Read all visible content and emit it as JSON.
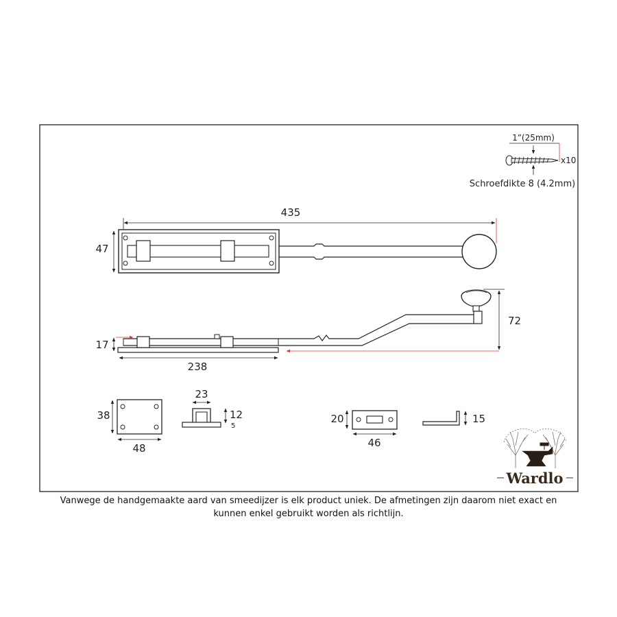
{
  "screw": {
    "length_label": "1”(25mm)",
    "quantity_label": "x10",
    "thickness_label": "Schroefdikte 8 (4.2mm)"
  },
  "dimensions": {
    "total_length": "435",
    "plate_height": "47",
    "handle_height": "72",
    "side_height": "17",
    "plate_length": "238",
    "keep_height": "38",
    "keep_width": "48",
    "staple_width": "23",
    "staple_height": "12",
    "staple_base": "5",
    "receiver_height": "20",
    "receiver_width": "46",
    "angle_height": "15"
  },
  "logo": {
    "brand": "Wardlo",
    "icon": "anvil-tree-icon"
  },
  "disclaimer": {
    "line1": "Vanwege de handgemaakte aard van smeedijzer is elk product uniek. De afmetingen zijn daarom niet exact en",
    "line2": "kunnen enkel gebruikt worden als richtlijn."
  },
  "colors": {
    "line": "#222222",
    "dimension_accent": "#d83a3a",
    "logo_brown": "#3a2a1c"
  }
}
